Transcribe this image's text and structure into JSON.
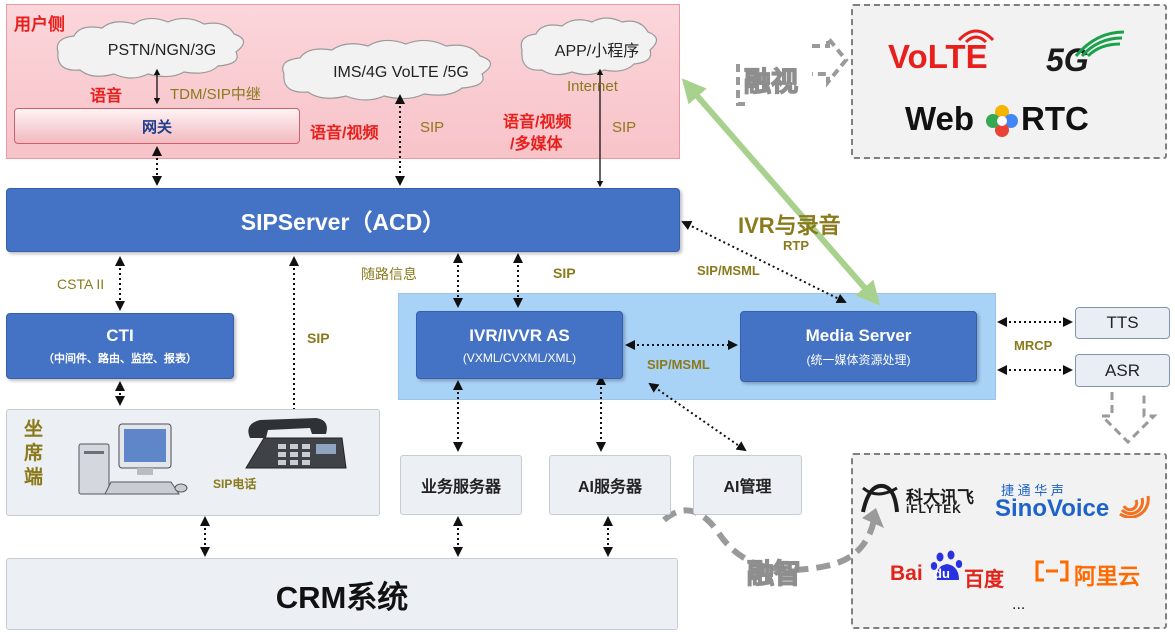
{
  "user_side": {
    "title": "用户侧",
    "cloud_pstn": "PSTN/NGN/3G",
    "cloud_ims": "IMS/4G VoLTE /5G",
    "cloud_app": "APP/小程序",
    "label_voice": "语音",
    "label_tdm": "TDM/SIP中继",
    "label_internet": "Internet",
    "gateway": "网关",
    "label_voice_video": "语音/视频",
    "label_sip_ims": "SIP",
    "label_multimedia_1": "语音/视频",
    "label_multimedia_2": "/多媒体",
    "label_sip_app": "SIP"
  },
  "sipserver": {
    "title": "SIPServer（ACD）"
  },
  "links": {
    "csta": "CSTA II",
    "sip_phone_link": "SIP",
    "route_info": "随路信息",
    "sip_ivr": "SIP",
    "sip_msml_top": "SIP/MSML",
    "rtp": "RTP",
    "ivr_record": "IVR与录音",
    "sip_msml_mid": "SIP/MSML",
    "mrcp": "MRCP"
  },
  "cti": {
    "title": "CTI",
    "subtitle": "（中间件、路由、监控、报表）"
  },
  "ivr_as": {
    "title": "IVR/IVVR AS",
    "subtitle": "(VXML/CVXML/XML)"
  },
  "media_server": {
    "title": "Media Server",
    "subtitle": "(统一媒体资源处理)"
  },
  "tts": "TTS",
  "asr": "ASR",
  "agent": {
    "c1": "坐",
    "c2": "席",
    "c3": "端",
    "sip_phone": "SIP电话"
  },
  "biz_server": "业务服务器",
  "ai_server": "AI服务器",
  "ai_manage": "AI管理",
  "crm": "CRM系统",
  "fusion_video": "融视",
  "fusion_ai": "融智",
  "logos": {
    "volte": "VoLTE",
    "fiveg": "5G",
    "webrtc_a": "Web",
    "webrtc_b": "RTC",
    "iflytek_cn": "科大讯飞",
    "iflytek_en": "iFLYTEK",
    "sinovoice_cn": "捷 通 华 声",
    "sinovoice_en": "SinoVoice",
    "baidu_a": "Bai",
    "baidu_b": "du",
    "baidu_c": "百度",
    "aliyun": "阿里云",
    "more": "..."
  },
  "colors": {
    "blue": "#4472c4",
    "red": "#e8201d",
    "olive": "#8a7a1c",
    "green_arrow": "#a9d18e"
  }
}
